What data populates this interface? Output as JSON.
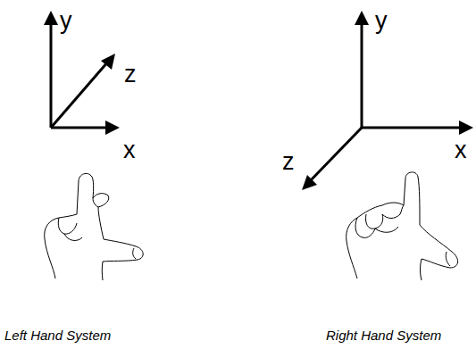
{
  "diagram": {
    "labels": [
      "y",
      "z",
      "x",
      "y",
      "x",
      "z",
      "Left Hand System",
      "Right Hand System"
    ]
  }
}
